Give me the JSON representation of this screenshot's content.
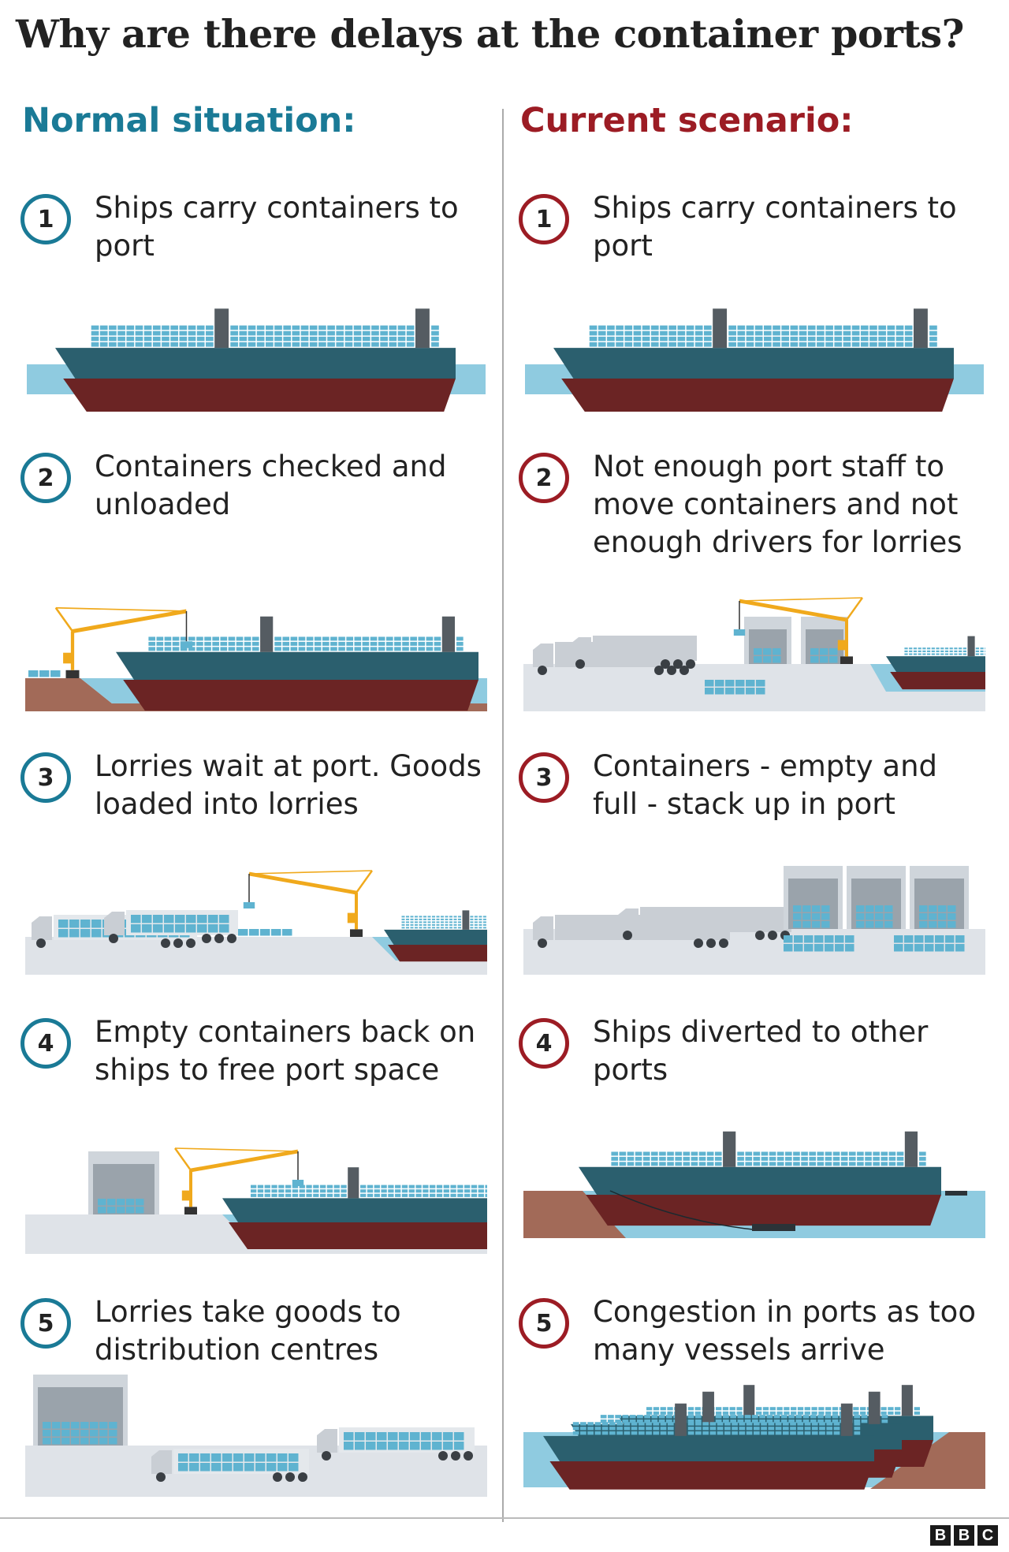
{
  "title": "Why are there delays at the container ports?",
  "normal": {
    "heading": "Normal situation:",
    "steps": [
      {
        "num": "1",
        "text": "Ships carry containers to port"
      },
      {
        "num": "2",
        "text": "Containers checked and unloaded"
      },
      {
        "num": "3",
        "text": "Lorries wait at port. Goods loaded into lorries"
      },
      {
        "num": "4",
        "text": "Empty containers back on ships to free port space"
      },
      {
        "num": "5",
        "text": "Lorries take goods to distribution centres"
      }
    ]
  },
  "current": {
    "heading": "Current scenario:",
    "steps": [
      {
        "num": "1",
        "text": "Ships carry containers to port"
      },
      {
        "num": "2",
        "text": "Not enough port staff to move containers and not enough drivers for lorries"
      },
      {
        "num": "3",
        "text": "Containers - empty and full - stack up in port"
      },
      {
        "num": "4",
        "text": "Ships diverted to other ports"
      },
      {
        "num": "5",
        "text": "Congestion in ports as too many vessels arrive"
      }
    ]
  },
  "logo": {
    "letters": [
      "B",
      "B",
      "C"
    ]
  },
  "colors": {
    "normal_accent": "#1a7a96",
    "current_accent": "#9c1c24",
    "water": "#8fcbe0",
    "hull_top": "#2b5f6e",
    "hull_bottom": "#6b2424",
    "container": "#5fb3d0",
    "land": "#a26a58",
    "quay": "#dfe3e8",
    "crane": "#f0a91c",
    "lorry": "#c9ced4"
  }
}
